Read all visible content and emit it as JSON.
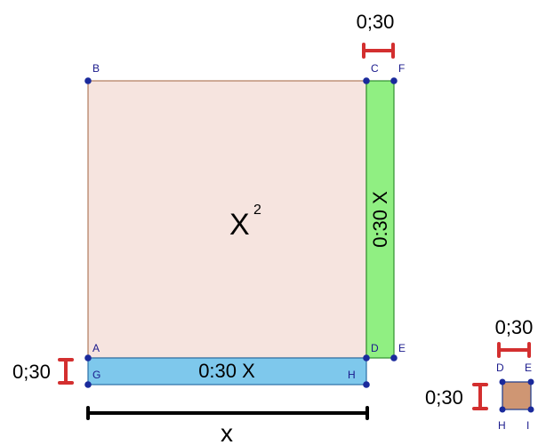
{
  "labels": {
    "square_area": "X",
    "square_exponent": "2",
    "top_width": "0;30",
    "left_height": "0;30",
    "right_strip": "0:30 X",
    "bottom_strip": "0:30 X",
    "bottom_length": "x",
    "small_width": "0;30",
    "small_height": "0;30"
  },
  "points": {
    "A": "A",
    "B": "B",
    "C": "C",
    "D": "D",
    "E": "E",
    "F": "F",
    "G": "G",
    "H": "H",
    "small_D": "D",
    "small_E": "E",
    "small_H": "H",
    "small_I": "I"
  },
  "colors": {
    "square_fill": "#f6e4df",
    "square_stroke": "#b07a5c",
    "right_strip_fill": "#90ef82",
    "right_strip_stroke": "#2f8f2f",
    "bottom_strip_fill": "#7ec8ec",
    "bottom_strip_stroke": "#2a6fa6",
    "small_square_fill": "#cf9673",
    "small_square_stroke": "#1a3a8c",
    "bracket": "#d32f2f",
    "point": "#1a2a9c",
    "dimension_line": "#000000"
  }
}
